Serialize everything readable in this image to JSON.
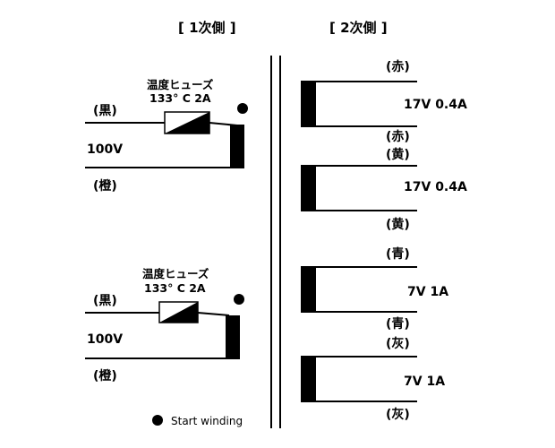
{
  "headers": {
    "primary": "[ 1次側 ]",
    "secondary": "[ 2次側 ]"
  },
  "primary_units": [
    {
      "fuse_name": "温度ヒューズ",
      "fuse_spec": "133° C 2A",
      "wire_top": "(黒)",
      "voltage": "100V",
      "wire_bottom": "(橙)"
    },
    {
      "fuse_name": "温度ヒューズ",
      "fuse_spec": "133° C 2A",
      "wire_top": "(黒)",
      "voltage": "100V",
      "wire_bottom": "(橙)"
    }
  ],
  "secondary_windings": [
    {
      "wire_top": "(赤)",
      "rating": "17V 0.4A",
      "wire_bottom": "(赤)"
    },
    {
      "wire_top": "(黄)",
      "rating": "17V 0.4A",
      "wire_bottom": "(黄)"
    },
    {
      "wire_top": "(青)",
      "rating": "7V 1A",
      "wire_bottom": "(青)"
    },
    {
      "wire_top": "(灰)",
      "rating": "7V 1A",
      "wire_bottom": "(灰)"
    }
  ],
  "legend": {
    "start_winding": "Start winding"
  }
}
